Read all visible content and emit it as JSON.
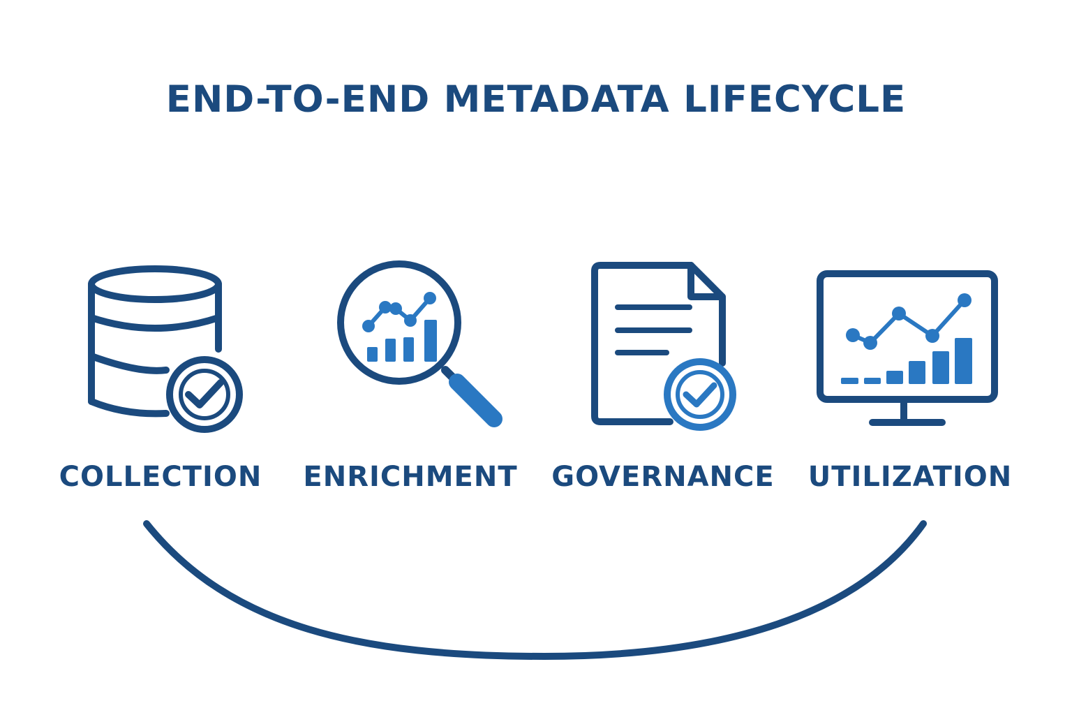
{
  "diagram": {
    "title": "END-TO-END METADATA LIFECYCLE",
    "stages": [
      {
        "label": "COLLECTION",
        "icon": "database-check-icon"
      },
      {
        "label": "ENRICHMENT",
        "icon": "magnifier-chart-icon"
      },
      {
        "label": "GOVERNANCE",
        "icon": "document-check-icon"
      },
      {
        "label": "UTILIZATION",
        "icon": "monitor-chart-icon"
      }
    ],
    "connector": "cycle-arc"
  },
  "colors": {
    "primary": "#1b4a7e",
    "accent": "#2a78c2",
    "background": "#ffffff"
  }
}
